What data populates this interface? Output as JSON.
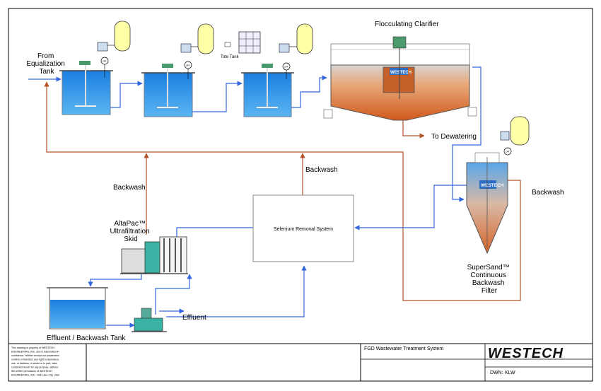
{
  "labels": {
    "from_equalization": [
      "From",
      "Equalization",
      "Tank"
    ],
    "flocculating_clarifier": "Flocculating Clarifier",
    "tote_tank": "Tote Tank",
    "to_dewatering": "To Dewatering",
    "backwash_left": "Backwash",
    "backwash_center": "Backwash",
    "backwash_right": "Backwash",
    "selenium_removal": "Selenium Removal System",
    "altapac": [
      "AltaPac™",
      "Ultrafiltration",
      "Skid"
    ],
    "supersand": [
      "SuperSand™",
      "Continuous",
      "Backwash",
      "Filter"
    ],
    "effluent_tank": "Effluent / Backwash Tank",
    "effluent": "Effluent",
    "vessel_brand": "WESTECH",
    "pump_tag": "pH"
  },
  "title_block": {
    "disclaimer": [
      "This drawing is property of WESTECH",
      "ENGINEERING, INC. and is transmitted in",
      "confidence. Neither receipt nor possession",
      "confers or transfers any right to reproduce,",
      "use, or disclose, in whole or in part, data",
      "contained herein for any purpose, without",
      "the written permission of WESTECH",
      "ENGINEERING, INC., Salt Lake City, Utah"
    ],
    "drawing_title": "FGD Wastewater Treatment System",
    "logo": "WESTECH",
    "drawn_by_label": "DWN:",
    "drawn_by": "KLW"
  },
  "colors": {
    "water": "#2a8ee6",
    "flow_blue": "#3366dd",
    "flow_brown": "#b4532a",
    "sludge": "#d8692a",
    "chem_tank": "#ffffa8"
  }
}
